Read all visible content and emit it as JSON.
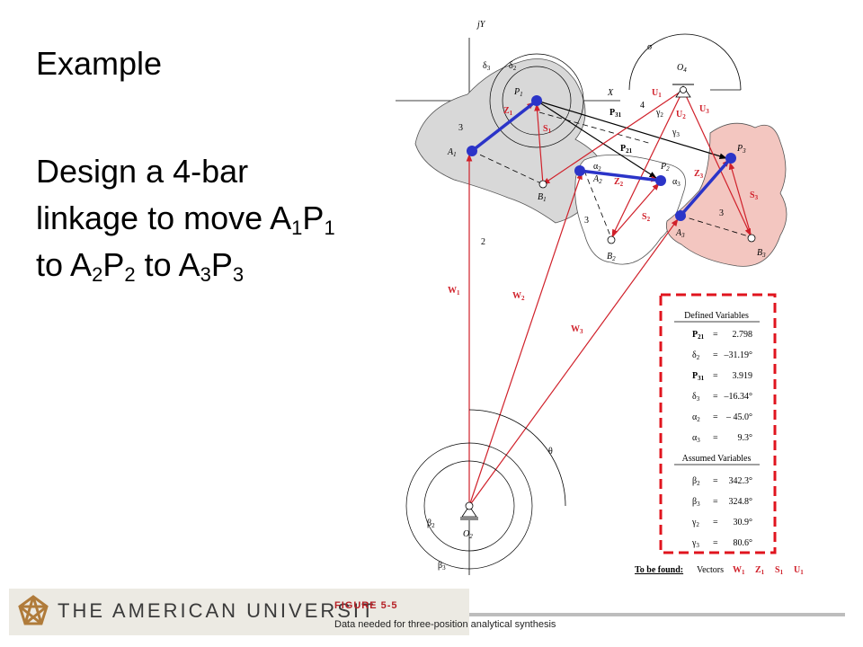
{
  "slide": {
    "title": "Example",
    "body": {
      "l1": "Design a 4-bar",
      "l2a": "linkage to move A",
      "l2b": "1",
      "l2c": "P",
      "l2d": "1",
      "l3a": "to A",
      "l3b": "2",
      "l3c": "P",
      "l3d": "2",
      "l3e": " to A",
      "l3f": "3",
      "l3g": "P",
      "l3h": "3"
    }
  },
  "colors": {
    "vector": "#d0202a",
    "link": "#2b34c8",
    "dash_box": "#e0141e",
    "body_shade": "#d8d8d8",
    "body3_shade": "#f3c6c0"
  },
  "diagram_labels": {
    "jY": "jY",
    "X": "X",
    "sigma": "σ",
    "O4": "O",
    "O4s": "4",
    "delta3": "δ",
    "delta3s": "3",
    "delta2": "δ",
    "delta2s": "2",
    "P1": "P",
    "P1s": "1",
    "A1": "A",
    "A1s": "1",
    "B1": "B",
    "B1s": "1",
    "P2": "P",
    "P2s": "2",
    "A2": "A",
    "A2s": "2",
    "B2": "B",
    "B2s": "2",
    "P3": "P",
    "P3s": "3",
    "A3": "A",
    "A3s": "3",
    "B3": "B",
    "B3s": "3",
    "P31": "P",
    "P31s": "31",
    "P21": "P",
    "P21s": "21",
    "alpha2": "α",
    "alpha2s": "2",
    "alpha3": "α",
    "alpha3s": "3",
    "gamma2": "γ",
    "gamma2s": "2",
    "gamma3": "γ",
    "gamma3s": "3",
    "link4": "4",
    "link3a": "3",
    "link3b": "3",
    "link3c": "3",
    "link2": "2",
    "U1": "U",
    "U1s": "1",
    "U2": "U",
    "U2s": "2",
    "U3": "U",
    "U3s": "3",
    "Z1": "Z",
    "Z1s": "1",
    "S1": "S",
    "S1s": "1",
    "Z2": "Z",
    "Z2s": "2",
    "S2": "S",
    "S2s": "2",
    "Z3": "Z",
    "Z3s": "3",
    "S3": "S",
    "S3s": "3",
    "W1": "W",
    "W1s": "1",
    "W2": "W",
    "W2s": "2",
    "W3": "W",
    "W3s": "3",
    "theta": "θ",
    "beta2": "β",
    "beta2s": "2",
    "beta3": "β",
    "beta3s": "3",
    "O2": "O",
    "O2s": "2"
  },
  "defined_variables": {
    "heading": "Defined Variables",
    "rows": [
      {
        "sym": "P",
        "sub": "21",
        "eq": "=",
        "val": "2.798"
      },
      {
        "sym": "δ",
        "sub": "2",
        "eq": "=",
        "val": "–31.19°"
      },
      {
        "sym": "P",
        "sub": "31",
        "eq": "=",
        "val": "3.919"
      },
      {
        "sym": "δ",
        "sub": "3",
        "eq": "=",
        "val": "–16.34°"
      },
      {
        "sym": "α",
        "sub": "2",
        "eq": "=",
        "val": "– 45.0°"
      },
      {
        "sym": "α",
        "sub": "3",
        "eq": "=",
        "val": "9.3°"
      }
    ]
  },
  "assumed_variables": {
    "heading": "Assumed Variables",
    "rows": [
      {
        "sym": "β",
        "sub": "2",
        "eq": "=",
        "val": "342.3°"
      },
      {
        "sym": "β",
        "sub": "3",
        "eq": "=",
        "val": "324.8°"
      },
      {
        "sym": "γ",
        "sub": "2",
        "eq": "=",
        "val": "30.9°"
      },
      {
        "sym": "γ",
        "sub": "3",
        "eq": "=",
        "val": "80.6°"
      }
    ]
  },
  "to_be_found": {
    "label": "To be found:",
    "word": "Vectors",
    "v1": "W",
    "v1s": "1",
    "v2": "Z",
    "v2s": "1",
    "v3": "S",
    "v3s": "1",
    "v4": "U",
    "v4s": "1"
  },
  "footer": {
    "university": "THE AMERICAN UNIVERSIT",
    "figure_title": "FIGURE 5-5",
    "figure_caption": "Data needed for three-position analytical synthesis"
  }
}
